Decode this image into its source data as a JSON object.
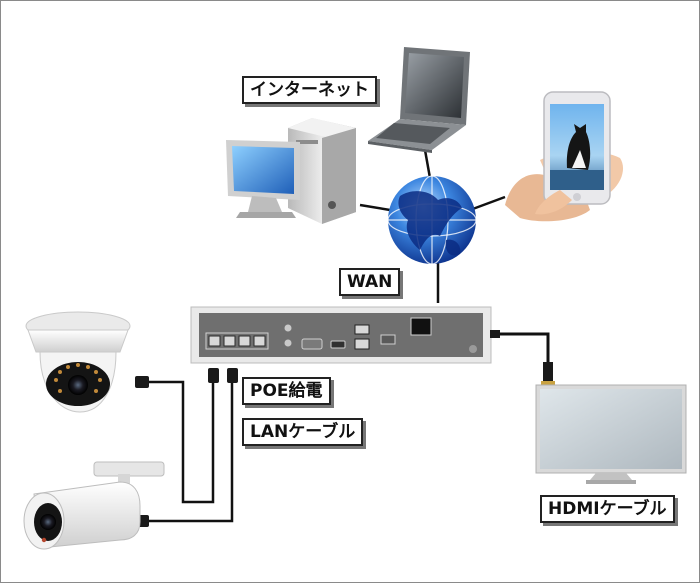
{
  "labels": {
    "internet": "インターネット",
    "wan": "WAN",
    "poe": "POE給電",
    "lan": "LANケーブル",
    "hdmi": "HDMIケーブル"
  },
  "colors": {
    "cable": "#111111",
    "nvr_body": "#e9e9e9",
    "nvr_panel": "#6f6f6f",
    "globe": "#1e63c8",
    "screen": "#2f86d9",
    "label_border": "#222222"
  },
  "icons": {
    "laptop": "laptop-icon",
    "desktop": "desktop-pc-icon",
    "smartphone": "smartphone-icon",
    "globe": "globe-icon",
    "nvr": "nvr-recorder-icon",
    "dome_camera": "dome-camera-icon",
    "bullet_camera": "bullet-camera-icon",
    "monitor": "monitor-icon"
  }
}
